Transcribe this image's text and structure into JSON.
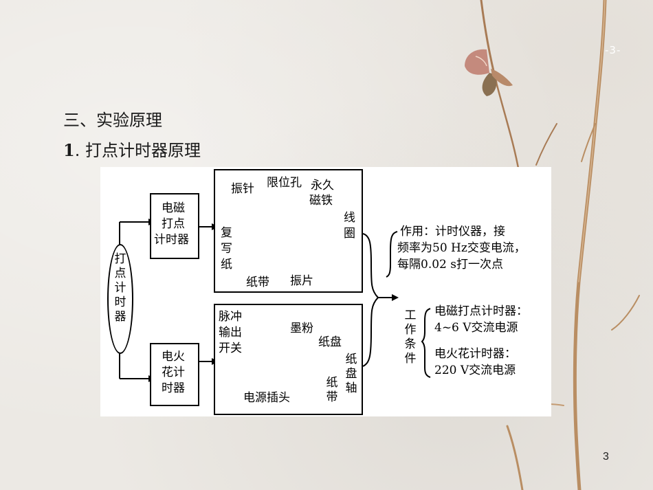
{
  "corner_number": "-3-",
  "page_number": "3",
  "headings": {
    "section": "三、实验原理",
    "subsection_num": "1",
    "subsection_text": ". 打点计时器原理"
  },
  "diagram": {
    "root": "打点计时器",
    "em_timer": [
      "电磁",
      "打点",
      "计时器"
    ],
    "spark_timer": [
      "电火",
      "花计",
      "时器"
    ],
    "em_parts": {
      "needle": "振针",
      "limit_hole": "限位孔",
      "magnet_1": "永久",
      "magnet_2": "磁铁",
      "coil_1": "线",
      "coil_2": "圈",
      "carbon_1": "复",
      "carbon_2": "写",
      "carbon_3": "纸",
      "tape": "纸带",
      "vibrator": "振片"
    },
    "spark_parts": {
      "switch_1": "脉冲",
      "switch_2": "输出",
      "switch_3": "开关",
      "ink": "墨粉",
      "disc": "纸盘",
      "axis": "纸盘轴",
      "tape": "纸带",
      "plug": "电源插头"
    },
    "function_lines": [
      "作用：计时仪器，接",
      "频率为50 Hz交变电流，",
      "每隔0.02 s打一次点"
    ],
    "conditions_label": "工作条件",
    "conditions": [
      "电磁打点计时器：",
      "4~6 V交流电源",
      "电火花计时器：",
      "220 V交流电源"
    ]
  }
}
